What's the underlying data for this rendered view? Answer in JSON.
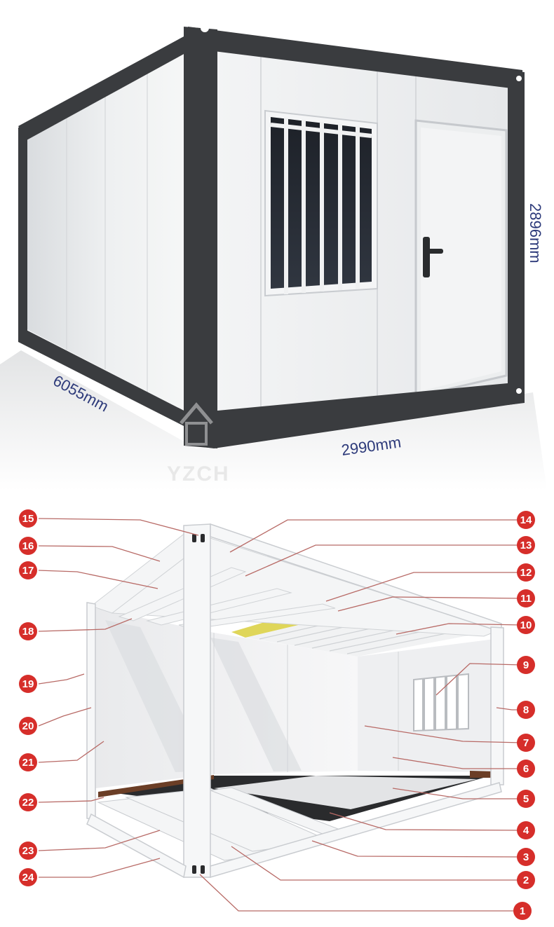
{
  "photo": {
    "dimensions": {
      "length": "6055mm",
      "width": "2990mm",
      "height": "2896mm"
    },
    "watermark": "YZCH"
  },
  "diagram": {
    "markers": [
      "1",
      "2",
      "3",
      "4",
      "5",
      "6",
      "7",
      "8",
      "9",
      "10",
      "11",
      "12",
      "13",
      "14",
      "15",
      "16",
      "17",
      "18",
      "19",
      "20",
      "21",
      "22",
      "23",
      "24"
    ]
  },
  "colors": {
    "frame": "#3a3c3f",
    "panel": "#e8eaec",
    "marker": "#d62e2a",
    "leader": "#b86a66",
    "dimension_text": "#2d3a7a",
    "insulation": "#d9cf3c"
  }
}
